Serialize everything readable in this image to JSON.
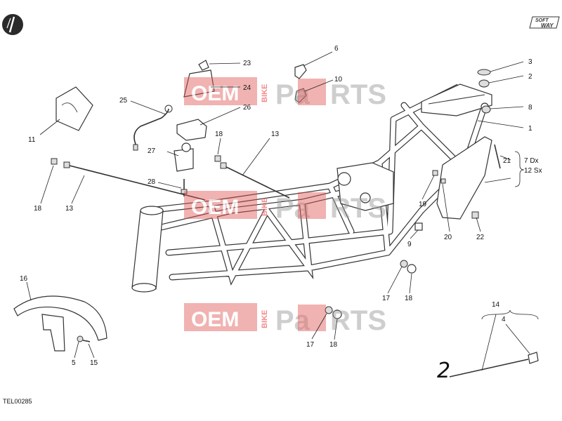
{
  "reference_code": "TEL00285",
  "logo": {
    "line1": "SOFT",
    "line2": "WAY"
  },
  "watermark": {
    "oem": "OEM",
    "bike": "BIKE",
    "pa": "Pa",
    "rts": "RTS"
  },
  "callouts": {
    "c1": "1",
    "c2": "2",
    "c3": "3",
    "c4": "4",
    "c5": "5",
    "c6": "6",
    "c8": "8",
    "c9": "9",
    "c10": "10",
    "c11": "11",
    "c13a": "13",
    "c13b": "13",
    "c14": "14",
    "c15": "15",
    "c16": "16",
    "c17a": "17",
    "c17b": "17",
    "c18a": "18",
    "c18b": "18",
    "c18c": "18",
    "c18d": "18",
    "c19": "19",
    "c20": "20",
    "c21": "21",
    "c22": "22",
    "c23": "23",
    "c24": "24",
    "c25": "25",
    "c26": "26",
    "c27": "27",
    "c28": "28",
    "c7dx": "7 Dx",
    "c12sx": "12 Sx"
  },
  "annotation": "2",
  "colors": {
    "watermark_red": "#e05050",
    "watermark_gray": "#9a9a9a",
    "line": "#333333"
  }
}
